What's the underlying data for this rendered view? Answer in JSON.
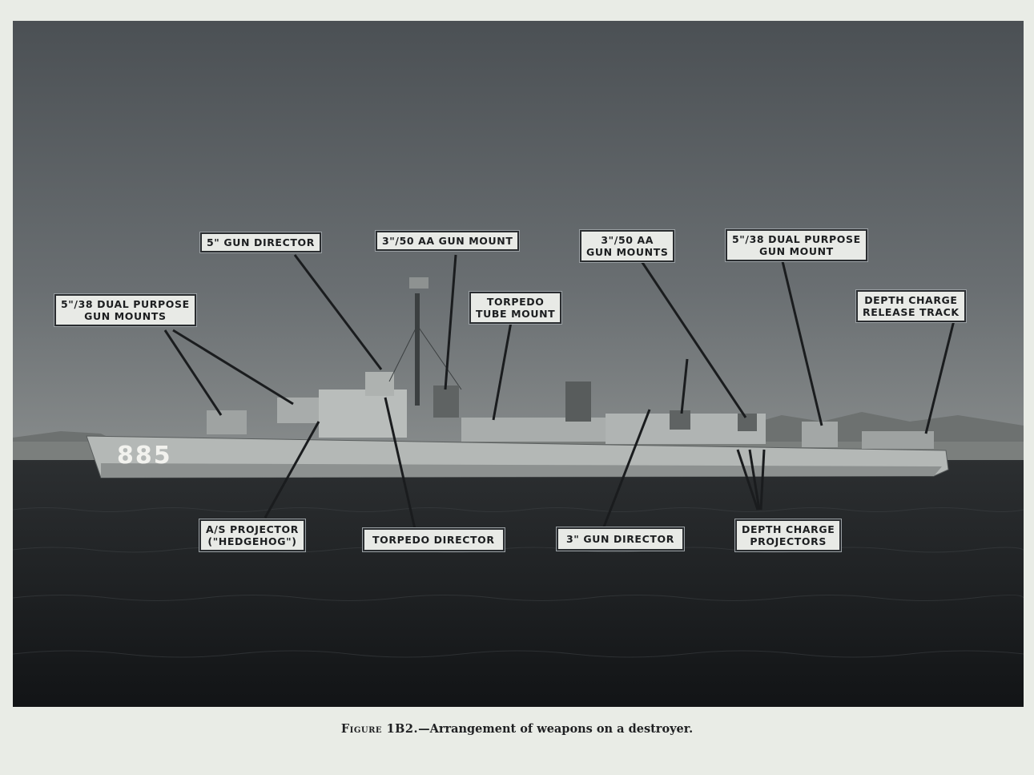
{
  "photo": {
    "hull_number": "885"
  },
  "labels": {
    "gun_director_5in": "5\" GUN DIRECTOR",
    "aa_gun_mount_3in50": "3\"/50 AA GUN MOUNT",
    "aa_gun_mounts_3in50": [
      "3\"/50 AA",
      "GUN MOUNTS"
    ],
    "dual_purpose_mount_5in38": [
      "5\"/38 DUAL PURPOSE",
      "GUN MOUNT"
    ],
    "dual_purpose_mounts_5in38": [
      "5\"/38 DUAL PURPOSE",
      "GUN MOUNTS"
    ],
    "torpedo_tube_mount": [
      "TORPEDO",
      "TUBE MOUNT"
    ],
    "depth_charge_release_track": [
      "DEPTH CHARGE",
      "RELEASE TRACK"
    ],
    "as_projector": [
      "A/S PROJECTOR",
      "(\"HEDGEHOG\")"
    ],
    "torpedo_director": "TORPEDO DIRECTOR",
    "gun_director_3in": "3\" GUN DIRECTOR",
    "depth_charge_projectors": [
      "DEPTH CHARGE",
      "PROJECTORS"
    ]
  },
  "caption": {
    "figure_label": "Figure 1B2.",
    "text": "—Arrangement of weapons on a destroyer."
  }
}
